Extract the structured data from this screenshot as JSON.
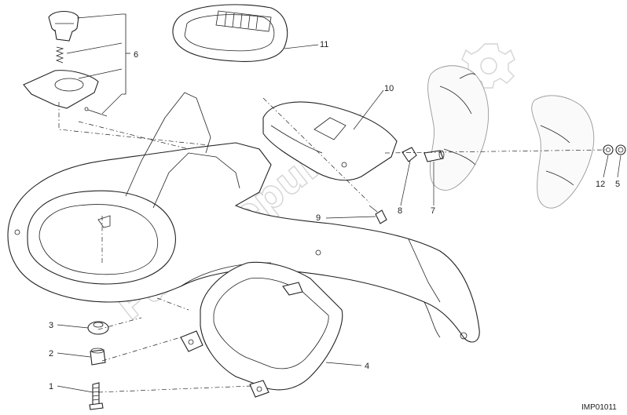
{
  "diagram": {
    "drawing_code": "IMP01011",
    "watermark": "PartsRepublik",
    "callouts": [
      {
        "id": "c1",
        "text": "1"
      },
      {
        "id": "c2",
        "text": "2"
      },
      {
        "id": "c3",
        "text": "3"
      },
      {
        "id": "c4",
        "text": "4"
      },
      {
        "id": "c5",
        "text": "5"
      },
      {
        "id": "c6",
        "text": "6"
      },
      {
        "id": "c7",
        "text": "7"
      },
      {
        "id": "c8",
        "text": "8"
      },
      {
        "id": "c9",
        "text": "9"
      },
      {
        "id": "c10",
        "text": "10"
      },
      {
        "id": "c11",
        "text": "11"
      },
      {
        "id": "c12",
        "text": "12"
      }
    ]
  }
}
